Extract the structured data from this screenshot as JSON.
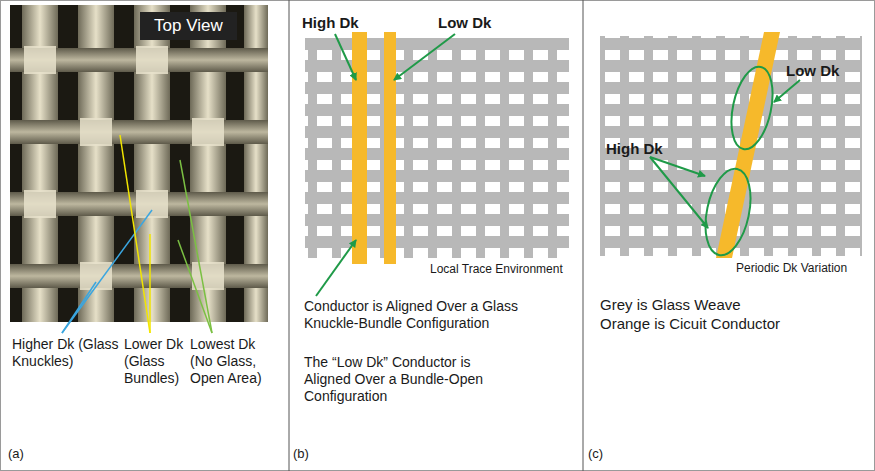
{
  "diagram": {
    "nodes": [
      {
        "text": [
          "Top View"
        ]
      }
    ],
    "labels": [
      "Higher Dk (Glass Knuckles)",
      "Lower Dk (Glass Bundles)",
      "Lowest Dk (No Glass, Open Area)",
      "(a)",
      "High Dk",
      "Low Dk",
      "Local Trace Environment",
      "Conductor is Aligned Over a Glass Knuckle-Bundle Configuration",
      "The “Low Dk” Conductor is Aligned Over a Bundle-Open Configuration",
      "(b)",
      "Low Dk",
      "High Dk",
      "Periodic Dk Variation",
      "Grey is Glass Weave",
      "Orange is Cicuit Conductor",
      "(c)"
    ]
  }
}
